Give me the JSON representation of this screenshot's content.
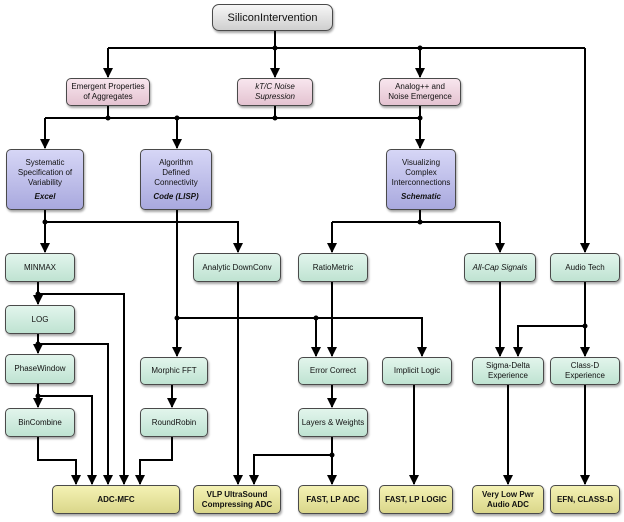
{
  "root": "SiliconIntervention",
  "level1": {
    "emergent": [
      "Emergent Properties",
      "of Aggregates"
    ],
    "ktc": [
      "kT/C Noise",
      "Supression"
    ],
    "analog": [
      "Analog++ and",
      "Noise Emergence"
    ]
  },
  "level2": {
    "systematic": {
      "lines": [
        "Systematic",
        "Specification of",
        "Variability"
      ],
      "tool": "Excel"
    },
    "algorithm": {
      "lines": [
        "Algorithm",
        "Defined",
        "Connectivity"
      ],
      "tool": "Code (LISP)"
    },
    "visualizing": {
      "lines": [
        "Visualizing",
        "Complex",
        "Interconnections"
      ],
      "tool": "Schematic"
    }
  },
  "techniques": {
    "minmax": "MINMAX",
    "log": "LOG",
    "phasewindow": "PhaseWindow",
    "bincombine": "BinCombine",
    "analog_downconv": "Analytic DownConv",
    "morphic_fft": "Morphic FFT",
    "roundrobin": "RoundRobin",
    "ratiometric": "RatioMetric",
    "error_correct": "Error Correct",
    "layers_weights": "Layers & Weights",
    "implicit_logic": "Implicit Logic",
    "allcap": "All-Cap Signals",
    "sigma_delta": [
      "Sigma-Delta",
      "Experience"
    ],
    "audio_tech": "Audio Tech",
    "classd": [
      "Class-D",
      "Experience"
    ]
  },
  "products": {
    "adc_mfc": "ADC-MFC",
    "vlp": [
      "VLP UltraSound",
      "Compressing ADC"
    ],
    "fast_adc": "FAST, LP ADC",
    "fast_logic": "FAST, LP LOGIC",
    "vlp_audio": [
      "Very Low Pwr",
      "Audio ADC"
    ],
    "efn": "EFN, CLASS-D"
  }
}
